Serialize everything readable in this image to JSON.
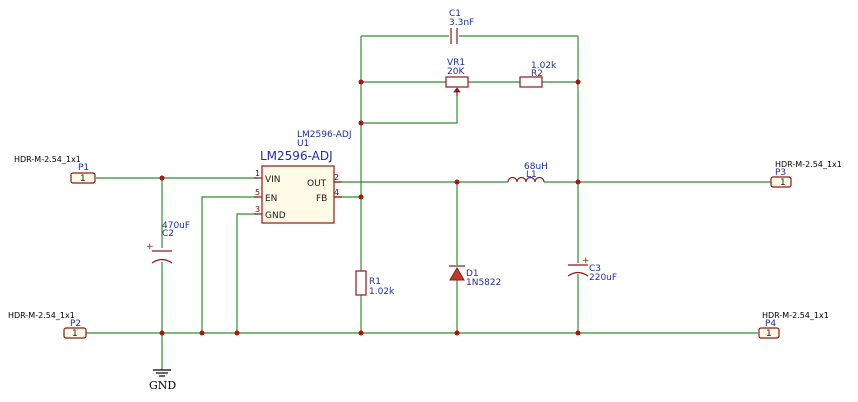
{
  "components": {
    "u1": {
      "ref": "U1",
      "value": "LM2596-ADJ",
      "title": "LM2596-ADJ",
      "pins": [
        {
          "num": "1",
          "name": "VIN"
        },
        {
          "num": "5",
          "name": "EN"
        },
        {
          "num": "3",
          "name": "GND"
        },
        {
          "num": "2",
          "name": "OUT"
        },
        {
          "num": "4",
          "name": "FB"
        }
      ]
    },
    "p1": {
      "ref": "P1",
      "value": "HDR-M-2.54_1x1",
      "pin": "1"
    },
    "p2": {
      "ref": "P2",
      "value": "HDR-M-2.54_1x1",
      "pin": "1"
    },
    "p3": {
      "ref": "P3",
      "value": "HDR-M-2.54_1x1",
      "pin": "1"
    },
    "p4": {
      "ref": "P4",
      "value": "HDR-M-2.54_1x1",
      "pin": "1"
    },
    "c1": {
      "ref": "C1",
      "value": "3.3nF"
    },
    "c2": {
      "ref": "C2",
      "value": "470uF"
    },
    "c3": {
      "ref": "C3",
      "value": "220uF"
    },
    "vr1": {
      "ref": "VR1",
      "value": "20K"
    },
    "r2": {
      "ref": "R2",
      "value": "1.02k"
    },
    "r1": {
      "ref": "R1",
      "value": "1.02k"
    },
    "l1": {
      "ref": "L1",
      "value": "68uH"
    },
    "d1": {
      "ref": "D1",
      "value": "1N5822"
    },
    "gnd": {
      "label": "GND"
    }
  },
  "colors": {
    "wire": "#2f8f2f",
    "component": "#8b1a1a",
    "reference_text": "#1f2fa0",
    "junction": "#b01010"
  }
}
